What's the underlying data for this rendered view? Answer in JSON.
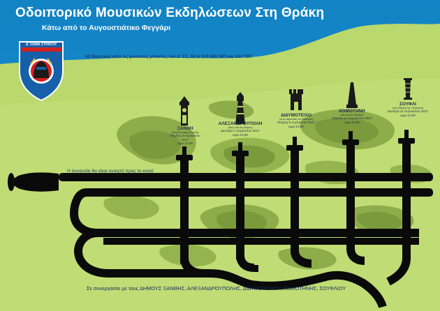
{
  "poster": {
    "title": "Οδοιπορικό Μουσικών Εκδηλώσεων Στη Θράκη",
    "subtitle": "Κάτω από το Αυγουστιάτικο Φεγγάρι",
    "count_line": "62 Μουσικοί από τις μουσικές μπάντες του Δ' ΣΣ, XII & XVI Μ/Κ ΜΠ και XXI ΤΘΤ",
    "access_note": "Η συναυλία θα είναι ανοιχτή προς το κοινό",
    "partners": "Σε συνεργασία με τους ΔΗΜΟΥΣ ΞΑΝΘΗΣ, ΑΛΕΞΑΝΔΡΟΥΠΟΛΗΣ, ΔΙΔΥΜΟΤΕΙΧΟΥ, ΚΟΜΟΤΗΝΗΣ, ΣΟΥΦΛΙΟΥ"
  },
  "emblem": {
    "label": "Δ' ΣΩΜΑ ΣΤΡΑΤΟΥ",
    "icon": "army-corps-shield-icon"
  },
  "venues": [
    {
      "name": "ΞΑΝΘΗ",
      "place": "(στην Κεντρική Πλατεία)",
      "date": "Πέμπτη 3 Αυγούστου 2017",
      "time": "ώρα 21:00",
      "icon": "clock-tower-icon"
    },
    {
      "name": "ΑΛΕΞΑΝΔΡΟΥΠΟΛΗ",
      "place": "(στην οδό του Φάρου)",
      "date": "Δευτέρα 7 Αυγούστου 2017",
      "time": "ώρα 21:00",
      "icon": "lighthouse-icon"
    },
    {
      "name": "ΔΙΔΥΜΟΤΕΙΧΟ",
      "place": "(στην ακρόπολη του Κάστρου)",
      "date": "Τετάρτη 9 Αυγούστου 2017",
      "time": "ώρα 21:00",
      "icon": "castle-tower-icon"
    },
    {
      "name": "ΚΟΜΟΤΗΝΗ",
      "place": "(στο Θερινό Θέατρο)",
      "date": "Πέμπτη 17 Αυγούστου 2017",
      "time": "ώρα 21:00",
      "icon": "obelisk-monument-icon"
    },
    {
      "name": "ΣΟΥΦΛΙ",
      "place": "(στο Θέατρο Πρ. Πετρούλα)",
      "date": "Δευτέρα 21 Αυγούστου 2017",
      "time": "ώρα 21:00",
      "icon": "silk-spool-icon"
    }
  ],
  "colors": {
    "sky": "#1486c7",
    "meadow": "#b8d86c",
    "camo_dark": "#7a9a3c",
    "camo_mid": "#94b54e",
    "instrument": "#0a0a0a",
    "text_dark": "#0f2a5e",
    "emblem_blue": "#1560a8",
    "emblem_red": "#d42020"
  }
}
